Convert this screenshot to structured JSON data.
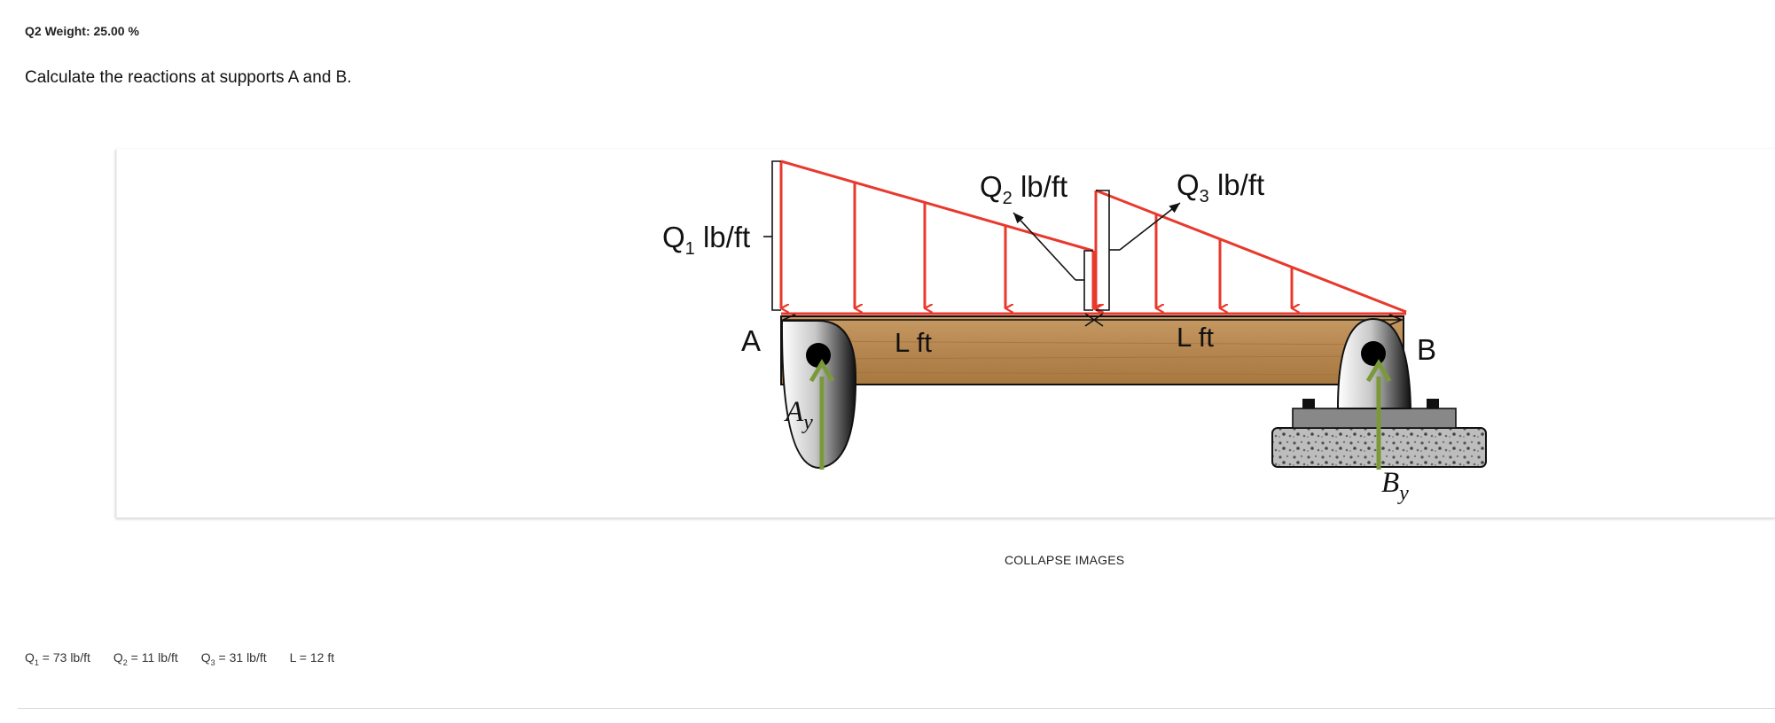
{
  "header": {
    "weight": "Q2 Weight: 25.00 %"
  },
  "question": {
    "text": "Calculate the reactions at supports A and B."
  },
  "figure": {
    "q1_label_main": "Q",
    "q1_label_sub": "1",
    "q1_label_unit": " lb/ft",
    "q2_label_main": "Q",
    "q2_label_sub": "2",
    "q2_label_unit": " lb/ft",
    "q3_label_main": "Q",
    "q3_label_sub": "3",
    "q3_label_unit": " lb/ft",
    "span_left": "L ft",
    "span_right": "L ft",
    "support_a": "A",
    "support_b": "B",
    "reaction_a_main": "A",
    "reaction_a_sub": "y",
    "reaction_b_main": "B",
    "reaction_b_sub": "y",
    "colors": {
      "load": "#e8392c",
      "reaction": "#7a9a3a",
      "beam": "#b98a52"
    }
  },
  "actions": {
    "collapse_label": "COLLAPSE IMAGES"
  },
  "given": {
    "q1_main": "Q",
    "q1_sub": "1",
    "q1_rest": " = 73 lb/ft",
    "q2_main": "Q",
    "q2_sub": "2",
    "q2_rest": " = 11 lb/ft",
    "q3_main": "Q",
    "q3_sub": "3",
    "q3_rest": " = 31 lb/ft",
    "l_text": "L = 12 ft"
  }
}
